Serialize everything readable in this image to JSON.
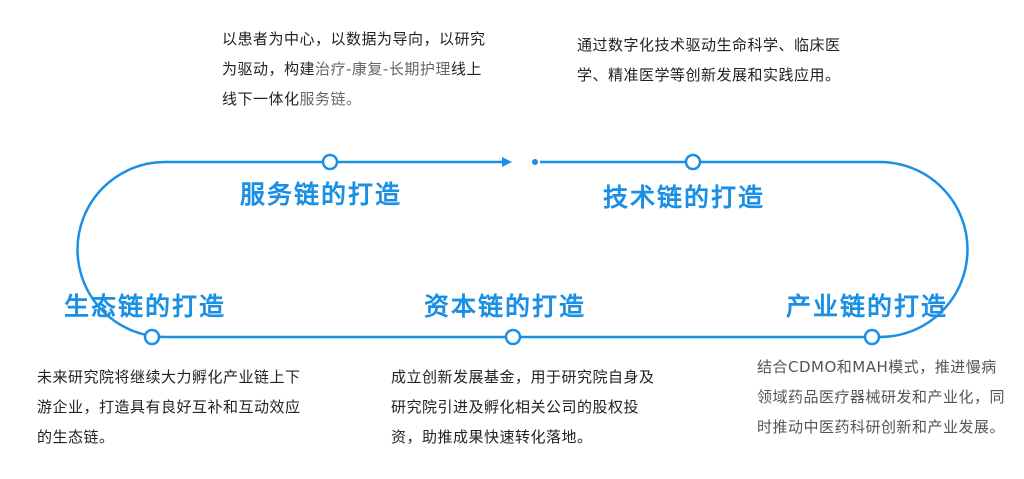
{
  "accent_color": "#1a8fe6",
  "stages": [
    {
      "id": "service",
      "title": "服务链的打造",
      "desc_parts": [
        {
          "text": "以患者为中心，以数据为导向，以研究为驱动，构建",
          "highlight": false
        },
        {
          "text": "治疗-康复-长期护理",
          "highlight": true
        },
        {
          "text": "线上线下一体化",
          "highlight": false
        },
        {
          "text": "服务链。",
          "highlight": true
        }
      ]
    },
    {
      "id": "tech",
      "title": "技术链的打造",
      "desc": "通过数字化技术驱动生命科学、临床医学、精准医学等创新发展和实践应用。"
    },
    {
      "id": "eco",
      "title": "生态链的打造",
      "desc": "未来研究院将继续大力孵化产业链上下游企业，打造具有良好互补和互动效应的生态链。"
    },
    {
      "id": "capital",
      "title": "资本链的打造",
      "desc": "成立创新发展基金，用于研究院自身及研究院引进及孵化相关公司的股权投资，助推成果快速转化落地。"
    },
    {
      "id": "industry",
      "title": "产业链的打造",
      "desc": "结合CDMO和MAH模式，推进慢病领域药品医疗器械研发和产业化，同时推动中医药科研创新和产业发展。"
    }
  ]
}
